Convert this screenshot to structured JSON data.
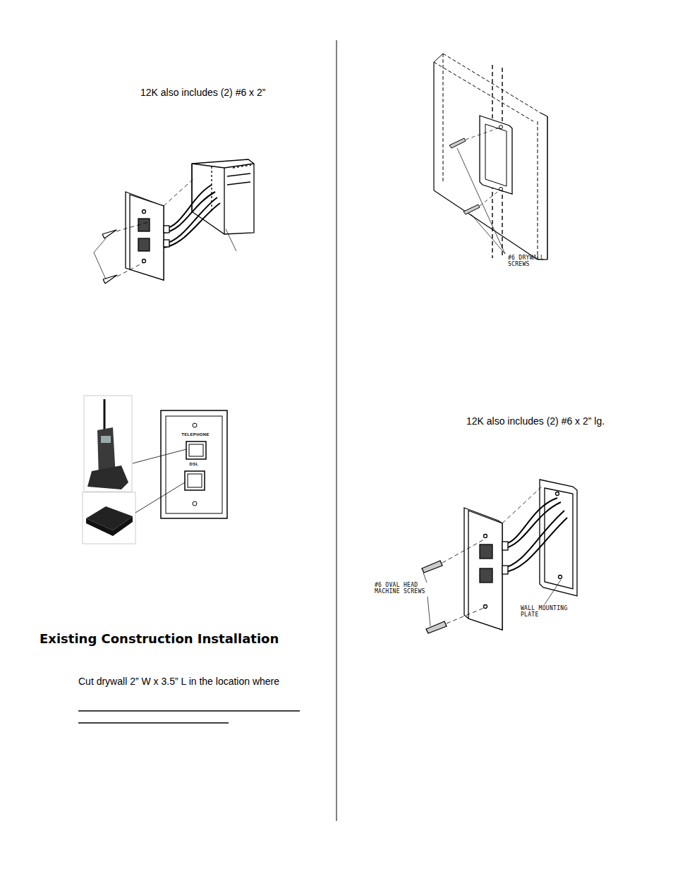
{
  "diagram": {
    "labels": [
      "12K also includes (2) #6 x 2”",
      "TELEPHONE",
      "DSL",
      "Existing Construction Installation",
      "Cut drywall 2” W x 3.5” L in the location where",
      "#6 DRYWALL SCREWS",
      "12K also includes (2) #6 x 2” lg.",
      "#6 OVAL HEAD MACHINE SCREWS",
      "WALL MOUNTING PLATE"
    ]
  }
}
